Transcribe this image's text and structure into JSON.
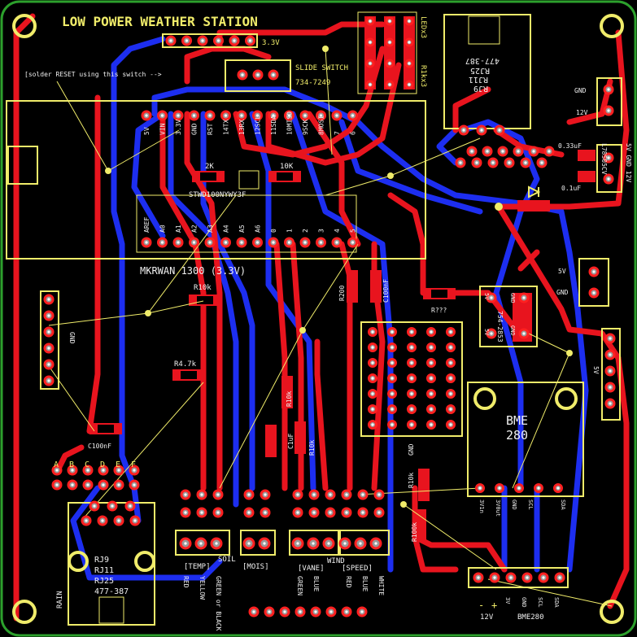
{
  "board": {
    "title": "LOW POWER WEATHER STATION",
    "colors": {
      "background": "#000000",
      "silkscreen": "#f0ec6a",
      "top_copper": "#e8141e",
      "bottom_copper": "#1d2ef0",
      "outline": "#2ca02c"
    }
  },
  "labels": {
    "v33_header": "3.3V",
    "slide_switch": "SLIDE SWITCH",
    "slide_switch_pn": "734-7249",
    "reset_note": "[solder RESET using this switch -->",
    "led_x3": "LEDx3",
    "r1k_x3": "R1kx3",
    "rj_top": [
      "RJ9",
      "RJ11",
      "RJ25",
      "477-387"
    ],
    "gnd_right": "GND",
    "v12_right": "12V",
    "cap_033": "0.33uF",
    "cap_01": "0.1uF",
    "regulator": "L78S05CV",
    "reg_pins": "5V GND 12V",
    "r_2k": "2K",
    "r_10k_top": "10K",
    "mosfet": "STWD100NYWY3F",
    "mkr_label": "MKRWAN 1300 (3.3V)",
    "mkr_top_pins": [
      "5V",
      "VIN",
      "3.3V",
      "GND",
      "RST",
      "14TX",
      "13RX",
      "12SCL",
      "11SDA",
      "10MISO",
      "9SCK",
      "8MOSI",
      "7",
      "6"
    ],
    "mkr_bottom_pins": [
      "AREF",
      "A0",
      "A1",
      "A2",
      "A3",
      "A4",
      "A5",
      "A6",
      "0",
      "1",
      "2",
      "3",
      "4",
      "5"
    ],
    "r200": "R200",
    "c100nf_a": "C100nF",
    "r_unk": "R???",
    "conn_5v": "5V",
    "conn_gnd": "GND",
    "dc_dc": "754-2853",
    "dc_pins": [
      "5V",
      "GND",
      "GND",
      "5V"
    ],
    "r10k_left": "R10k",
    "r47k": "R4.7k",
    "c100nf_b": "C100nF",
    "gnd_left": "GND",
    "right_5v": "5V",
    "r10k_mid": "R10k",
    "c1uf": "C1uF",
    "r10k_mid2": "R10k",
    "r10k_gnd": "R10k",
    "gnd_vert": "GND",
    "r100k": "R100k",
    "bme_title": "BME",
    "bme_num": "280",
    "bme_pins": [
      "3V1n",
      "3V0ut",
      "GND",
      "SCL",
      "SDA"
    ],
    "rj_bottom": [
      "RJ9",
      "RJ11",
      "RJ25",
      "477-387"
    ],
    "rain": "RAIN",
    "rj_letters": [
      "A",
      "B",
      "C",
      "D",
      "E",
      "F"
    ],
    "temp": "[TEMP]",
    "soil": "SOIL",
    "mois": "[MOIS]",
    "wind": "WIND",
    "vane": "[VANE]",
    "speed": "[SPEED]",
    "wire_colors_temp": [
      "RED",
      "YELLOW",
      "GREEN or BLACK"
    ],
    "wire_colors_wind": [
      "GREEN",
      "BLUE",
      "RED",
      "BLUE",
      "WHITE"
    ],
    "bottom_12v": "12V",
    "bottom_minus": "-",
    "bottom_plus": "+",
    "bottom_bme": "BME280",
    "bottom_bme_pins": [
      "3V",
      "GND",
      "SCL",
      "SDA"
    ]
  }
}
